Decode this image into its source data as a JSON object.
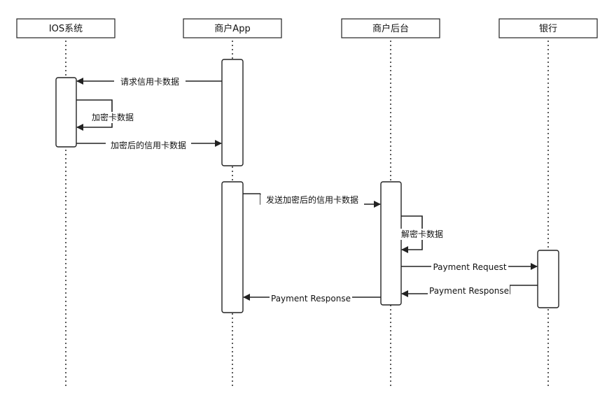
{
  "participants": [
    {
      "id": "ios",
      "label": "IOS系统"
    },
    {
      "id": "app",
      "label": "商户App"
    },
    {
      "id": "backend",
      "label": "商户后台"
    },
    {
      "id": "bank",
      "label": "银行"
    }
  ],
  "messages": {
    "request_card": "请求信用卡数据",
    "encrypt_card": "加密卡数据",
    "encrypted_card_return": "加密后的信用卡数据",
    "send_encrypted_card": "发送加密后的信用卡数据",
    "decrypt_card": "解密卡数据",
    "payment_request": "Payment Request",
    "payment_response_bank": "Payment Response",
    "payment_response_app": "Payment Response"
  }
}
